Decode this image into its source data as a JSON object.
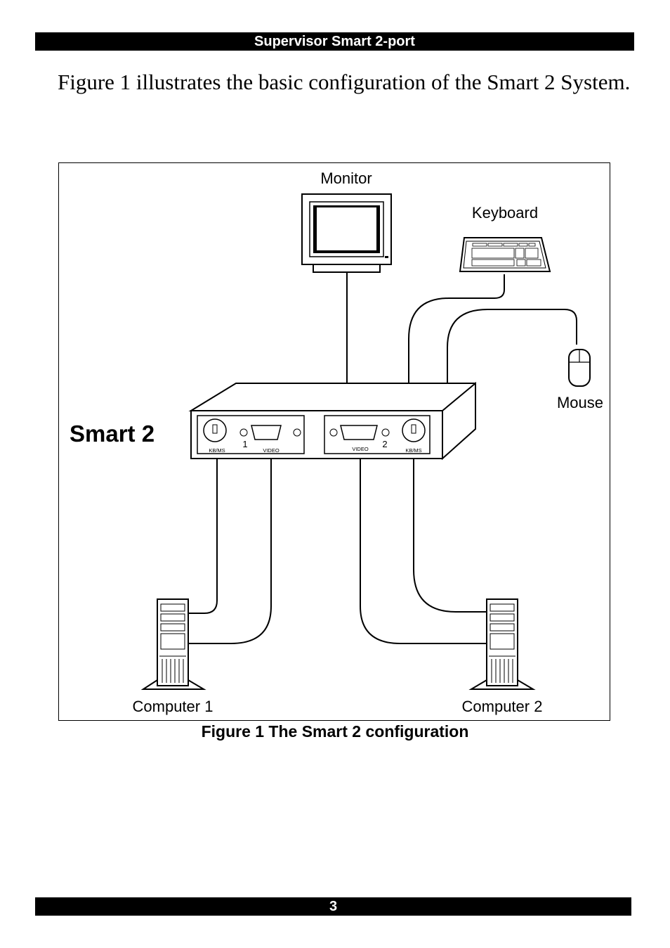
{
  "header": {
    "title": "Supervisor Smart 2-port"
  },
  "intro": {
    "text": "Figure 1 illustrates the basic configuration of the Smart 2 System."
  },
  "figure": {
    "device_label": "Smart 2",
    "monitor_label": "Monitor",
    "keyboard_label": "Keyboard",
    "mouse_label": "Mouse",
    "computer1_label": "Computer 1",
    "computer2_label": "Computer 2",
    "port1": {
      "number": "1",
      "kbms": "KB/MS",
      "video": "VIDEO"
    },
    "port2": {
      "number": "2",
      "kbms": "KB/MS",
      "video": "VIDEO"
    },
    "caption": "Figure 1 The Smart 2 configuration"
  },
  "footer": {
    "page_number": "3"
  }
}
